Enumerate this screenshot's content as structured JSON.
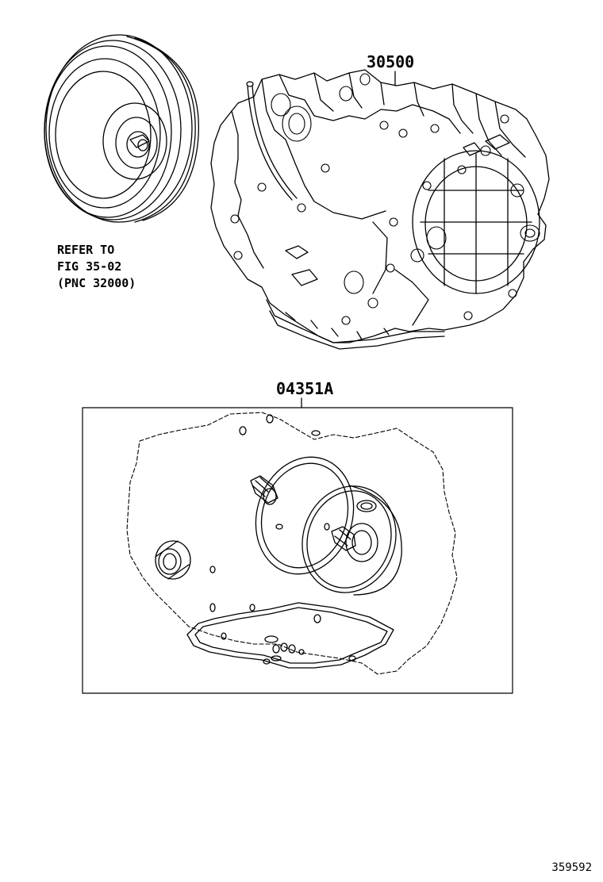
{
  "parts": {
    "transmission_assembly": "30500",
    "overhaul_gasket_kit": "04351A"
  },
  "reference_note": {
    "line1": "REFER TO",
    "line2": "FIG 35-02",
    "line3": "(PNC 32000)"
  },
  "figure_number": "359592"
}
